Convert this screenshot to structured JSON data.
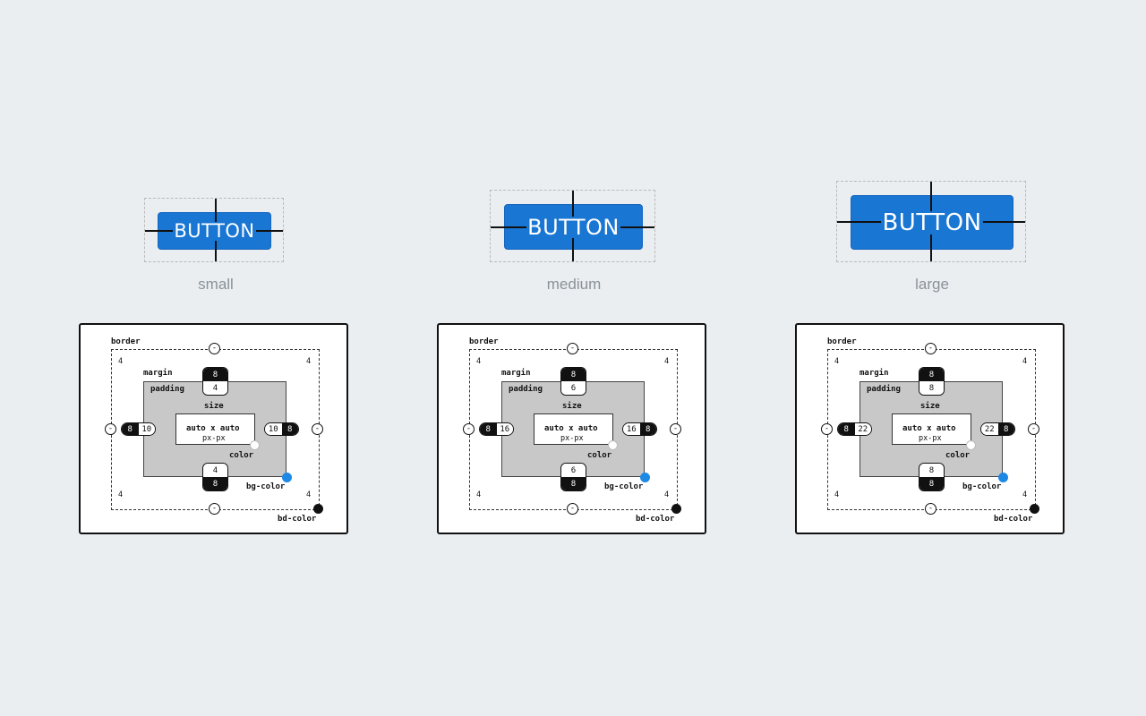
{
  "variants": [
    {
      "name": "small",
      "button_label": "BUTTON",
      "spec": {
        "border_title": "border",
        "margin_label": "margin",
        "padding_label": "padding",
        "size_label": "size",
        "size_value": "auto x auto",
        "size_unit": "px-px",
        "color_label": "color",
        "bg_color_label": "bg-color",
        "bd_color_label": "bd-color",
        "border_width": "4",
        "border_toggle": "-",
        "margin": {
          "top": "8",
          "bottom": "8",
          "left": "8",
          "right": "8"
        },
        "padding": {
          "top": "4",
          "bottom": "4",
          "left": "10",
          "right": "10"
        }
      }
    },
    {
      "name": "medium",
      "button_label": "BUTTON",
      "spec": {
        "border_title": "border",
        "margin_label": "margin",
        "padding_label": "padding",
        "size_label": "size",
        "size_value": "auto x auto",
        "size_unit": "px-px",
        "color_label": "color",
        "bg_color_label": "bg-color",
        "bd_color_label": "bd-color",
        "border_width": "4",
        "border_toggle": "-",
        "margin": {
          "top": "8",
          "bottom": "8",
          "left": "8",
          "right": "8"
        },
        "padding": {
          "top": "6",
          "bottom": "6",
          "left": "16",
          "right": "16"
        }
      }
    },
    {
      "name": "large",
      "button_label": "BUTTON",
      "spec": {
        "border_title": "border",
        "margin_label": "margin",
        "padding_label": "padding",
        "size_label": "size",
        "size_value": "auto x auto",
        "size_unit": "px-px",
        "color_label": "color",
        "bg_color_label": "bg-color",
        "bd_color_label": "bd-color",
        "border_width": "4",
        "border_toggle": "-",
        "margin": {
          "top": "8",
          "bottom": "8",
          "left": "8",
          "right": "8"
        },
        "padding": {
          "top": "8",
          "bottom": "8",
          "left": "22",
          "right": "22"
        }
      }
    }
  ],
  "colors": {
    "background": "#eaeef1",
    "button": "#1976d2",
    "text_color": "#ffffff",
    "bg_color": "#1e88e5",
    "bd_color": "#111111",
    "caption": "#8a9299"
  }
}
